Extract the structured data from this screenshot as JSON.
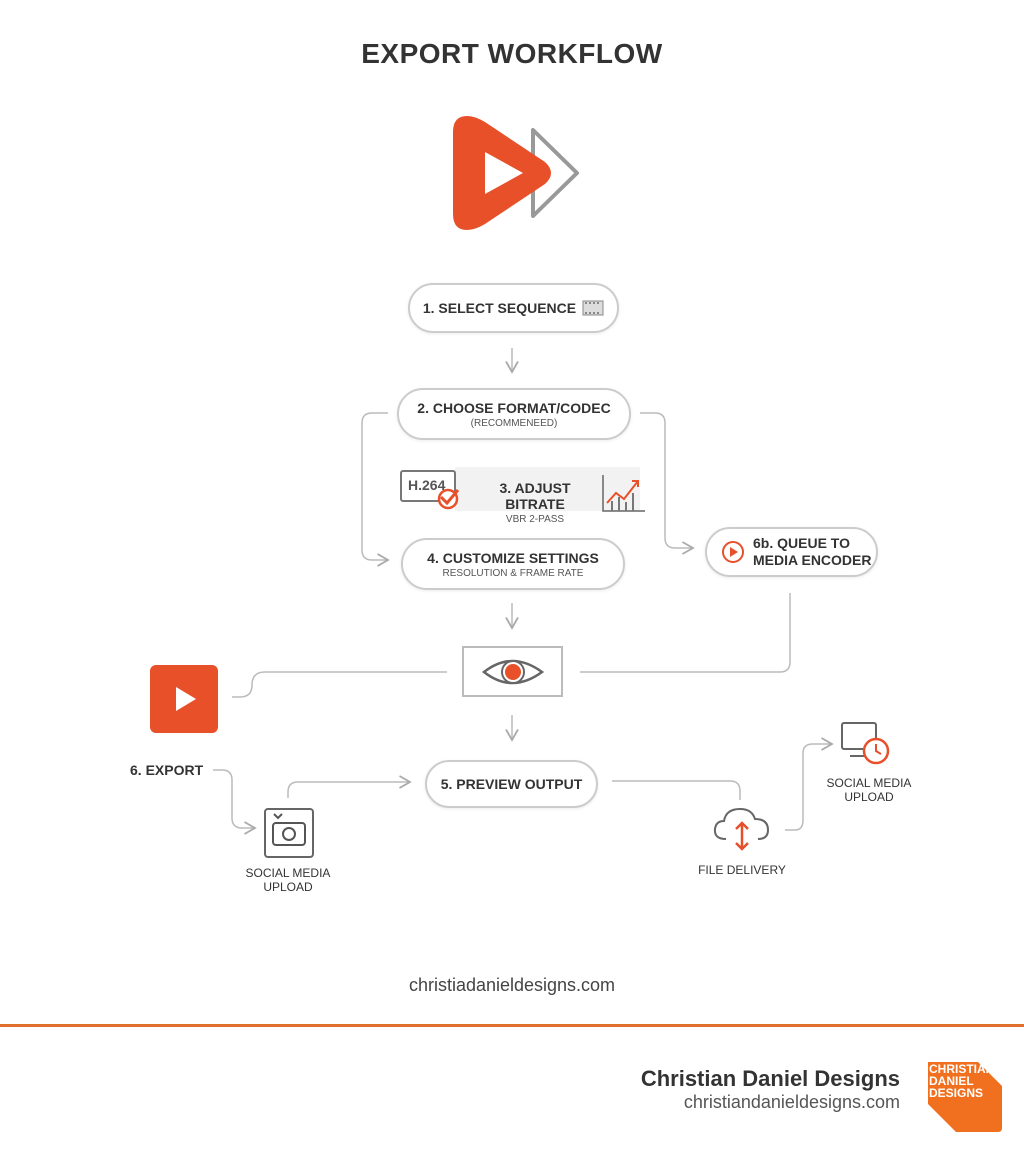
{
  "title": "EXPORT WORKFLOW",
  "steps": {
    "s1": "1. SELECT SEQUENCE",
    "s2": "2. CHOOSE FORMAT/CODEC",
    "s2_sub": "(RECOMMENEED)",
    "s3_badge": "H.264",
    "s3": "3. ADJUST BITRATE",
    "s3_sub": "VBR 2-PASS",
    "s4": "4. CUSTOMIZE SETTINGS",
    "s4_sub": "RESOLUTION & FRAME RATE",
    "s5": "5. PREVIEW OUTPUT",
    "s6": "6. EXPORT",
    "s6b_l1": "6b. QUEUE TO",
    "s6b_l2": "MEDIA ENCODER"
  },
  "outputs": {
    "social_left_l1": "SOCIAL MEDIA",
    "social_left_l2": "UPLOAD",
    "file_delivery": "FILE DELIVERY",
    "social_right_l1": "SOCIAL MEDIA",
    "social_right_l2": "UPLOAD"
  },
  "footer_url": "christiadanieldesigns.com",
  "brand": {
    "name": "Christian Daniel Designs",
    "url": "christiandanieldesigns.com",
    "logo_text": "CHRISTIAN DANIEL DESIGNS"
  },
  "colors": {
    "accent": "#e8502a",
    "brand_orange": "#f07020",
    "line": "#bbbbbb"
  }
}
